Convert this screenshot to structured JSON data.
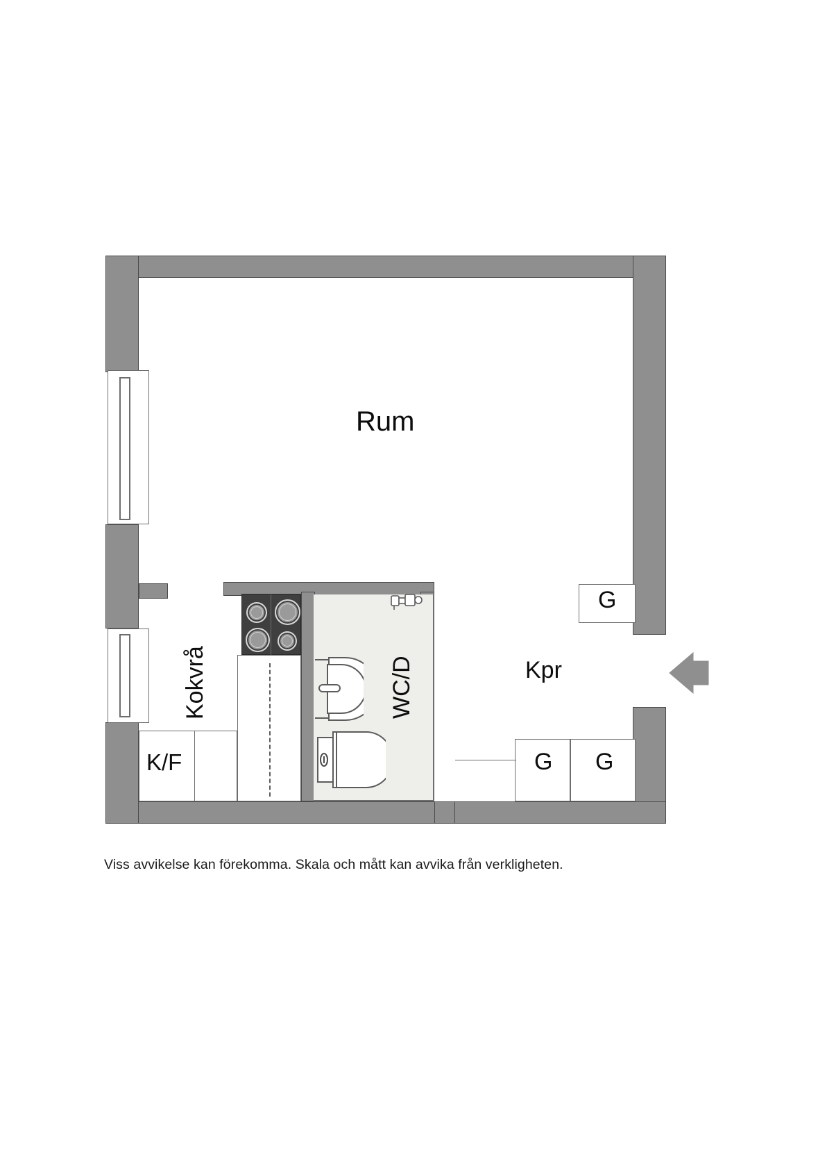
{
  "document": {
    "type": "floor-plan",
    "language": "sv",
    "disclaimer": "Viss avvikelse kan förekomma. Skala och mått kan avvika från verkligheten."
  },
  "rooms": [
    {
      "id": "rum",
      "label": "Rum",
      "meaning": "Room / living room"
    },
    {
      "id": "kokvra",
      "label": "Kokvrå",
      "meaning": "Kitchenette",
      "rotated": true
    },
    {
      "id": "wcd",
      "label": "WC/D",
      "meaning": "WC / shower",
      "rotated": true
    },
    {
      "id": "kpr",
      "label": "Kpr",
      "meaning": "Hall / corridor"
    }
  ],
  "fixtures": [
    {
      "id": "kf",
      "label": "K/F",
      "meaning": "Fridge / freezer"
    },
    {
      "id": "stove",
      "label": "",
      "meaning": "Cooktop with four burners"
    },
    {
      "id": "sink",
      "label": "",
      "meaning": "Wash basin"
    },
    {
      "id": "toilet",
      "label": "",
      "meaning": "Toilet"
    },
    {
      "id": "shower",
      "label": "",
      "meaning": "Shower mixer"
    }
  ],
  "wardrobes": [
    {
      "id": "g-top-right",
      "label": "G",
      "meaning": "Garderob / wardrobe"
    },
    {
      "id": "g-bottom-left",
      "label": "G",
      "meaning": "Garderob / wardrobe"
    },
    {
      "id": "g-bottom-right",
      "label": "G",
      "meaning": "Garderob / wardrobe"
    }
  ],
  "openings": [
    {
      "id": "window-upper",
      "type": "window"
    },
    {
      "id": "window-lower",
      "type": "window"
    },
    {
      "id": "entrance",
      "type": "entrance-arrow"
    }
  ],
  "colors": {
    "wall": "#8f8f8f",
    "wall_outline": "#4a4a4a",
    "bathroom_floor": "#eeeeeb",
    "stove": "#3f3f3f",
    "text": "#0d0d0d",
    "background": "#ffffff"
  }
}
